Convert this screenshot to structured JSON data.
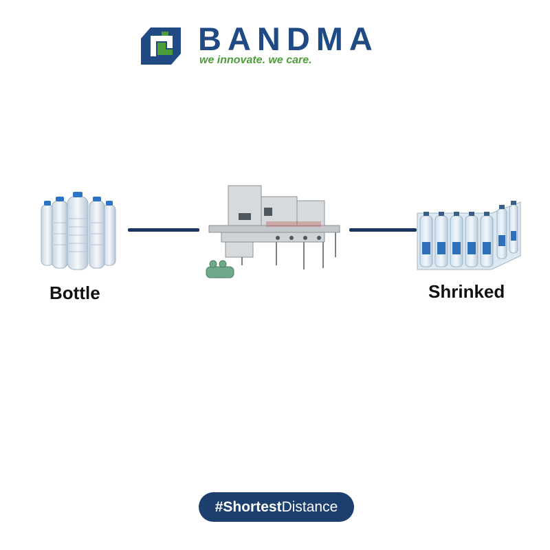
{
  "brand": {
    "name": "BANDMA",
    "tagline": "we innovate. we care.",
    "logo_icon": "bandma-logo-icon",
    "colors": {
      "navy": "#1f4a83",
      "green": "#4f9c3b",
      "connector": "#16365f",
      "pill": "#1c3f6e"
    }
  },
  "flow": {
    "input": {
      "label": "Bottle",
      "image": "water-bottles-image"
    },
    "process": {
      "image": "shrink-wrapping-machine-image"
    },
    "output": {
      "label": "Shrinked",
      "image": "shrink-wrapped-pack-image"
    }
  },
  "hashtag": {
    "bold_part": "#Shortest",
    "regular_part": "Distance"
  }
}
